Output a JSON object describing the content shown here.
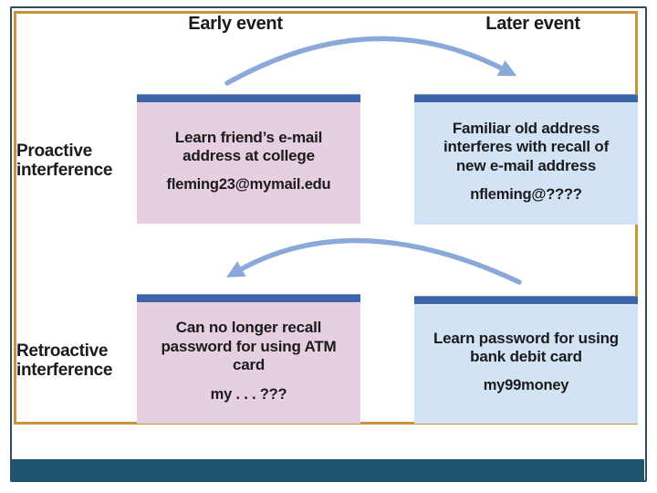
{
  "slide": {
    "column_headers": {
      "early": "Early event",
      "later": "Later event"
    },
    "row_labels": {
      "proactive": "Proactive interference",
      "retroactive": "Retroactive interference"
    },
    "boxes": {
      "proactive_early": {
        "title": "Learn friend’s e-mail address at college",
        "example": "fleming23@mymail.edu"
      },
      "proactive_later": {
        "title": "Familiar old address interferes with recall of new e-mail address",
        "example": "nfleming@????"
      },
      "retroactive_early": {
        "title": "Can no longer recall password for using ATM card",
        "example": "my . . . ???"
      },
      "retroactive_later": {
        "title": "Learn password for using bank debit card",
        "example": "my99money"
      }
    },
    "arrows": [
      {
        "name": "proactive-arrow",
        "direction": "early-to-later"
      },
      {
        "name": "retroactive-arrow",
        "direction": "later-to-early"
      }
    ]
  },
  "colors": {
    "text_color": "#1b1b1b",
    "slide_border": "#2f4d5a",
    "orange_border": "#cc9238",
    "footer_bar": "#1f5470",
    "pink_box": "#e7cfe2",
    "blue_box": "#d2e3f6",
    "box_bar": "#3d63a8",
    "arrow_color": "#8aa9d9"
  }
}
